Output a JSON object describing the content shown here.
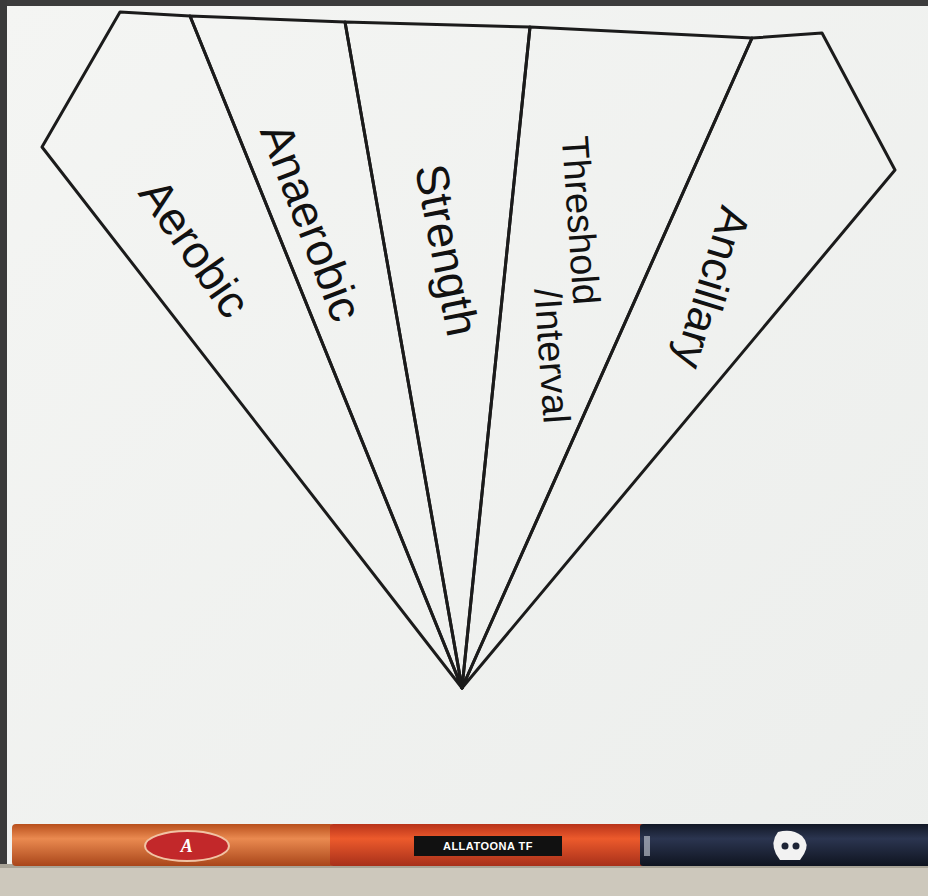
{
  "diagram": {
    "nodes": [
      {
        "text": [
          "Aerobic"
        ]
      },
      {
        "text": [
          "Anaerobic"
        ]
      },
      {
        "text": [
          "Strength"
        ]
      },
      {
        "text": [
          "Threshold /Interval"
        ]
      },
      {
        "text": [
          "Ancillary"
        ]
      }
    ],
    "labels": [
      "A",
      "ALLATOONA TF"
    ]
  }
}
